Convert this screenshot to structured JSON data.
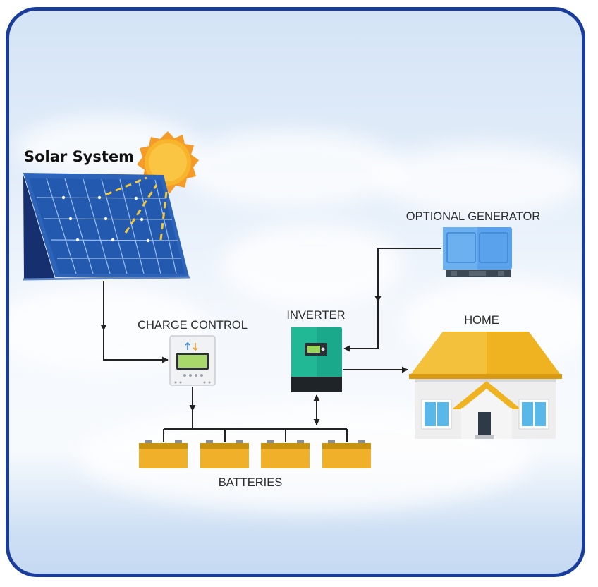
{
  "title": "Solar System",
  "labels": {
    "charge_control": "CHARGE CONTROL",
    "inverter": "INVERTER",
    "optional_generator": "OPTIONAL GENERATOR",
    "home": "HOME",
    "batteries": "BATTERIES"
  },
  "colors": {
    "frame_border": "#1a3d9c",
    "panel_blue": "#1f4e9c",
    "sun": "#f7b52b",
    "battery": "#f0b02a",
    "roof": "#efb322",
    "inverter_green": "#19a889",
    "generator_blue": "#5aa2ec",
    "wire": "#222222"
  },
  "icons": [
    "sun-icon",
    "solar-panel-icon",
    "charge-controller-icon",
    "inverter-icon",
    "generator-icon",
    "house-icon",
    "battery-icon"
  ]
}
